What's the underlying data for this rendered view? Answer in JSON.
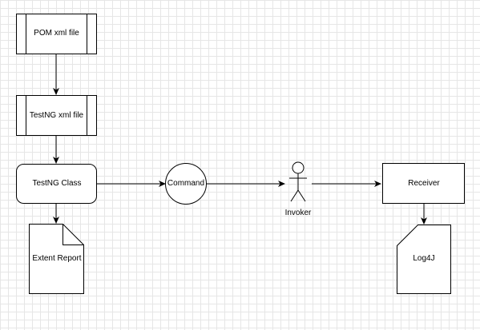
{
  "diagram": {
    "nodes": {
      "pom": {
        "label": "POM xml file",
        "shape": "process"
      },
      "testng_xml": {
        "label": "TestNG xml file",
        "shape": "process"
      },
      "testng_class": {
        "label": "TestNG Class",
        "shape": "rounded-rectangle"
      },
      "command": {
        "label": "Command",
        "shape": "circle"
      },
      "invoker": {
        "label": "Invoker",
        "shape": "actor"
      },
      "receiver": {
        "label": "Receiver",
        "shape": "rectangle"
      },
      "extent_report": {
        "label": "Extent Report",
        "shape": "document"
      },
      "log4j": {
        "label": "Log4J",
        "shape": "card"
      }
    },
    "edges": [
      {
        "from": "pom",
        "to": "testng_xml"
      },
      {
        "from": "testng_xml",
        "to": "testng_class"
      },
      {
        "from": "testng_class",
        "to": "extent_report"
      },
      {
        "from": "testng_class",
        "to": "command"
      },
      {
        "from": "command",
        "to": "invoker"
      },
      {
        "from": "invoker",
        "to": "receiver"
      },
      {
        "from": "receiver",
        "to": "log4j"
      }
    ],
    "colors": {
      "stroke": "#000000",
      "fill": "#ffffff",
      "grid": "#e6e6e6"
    }
  }
}
